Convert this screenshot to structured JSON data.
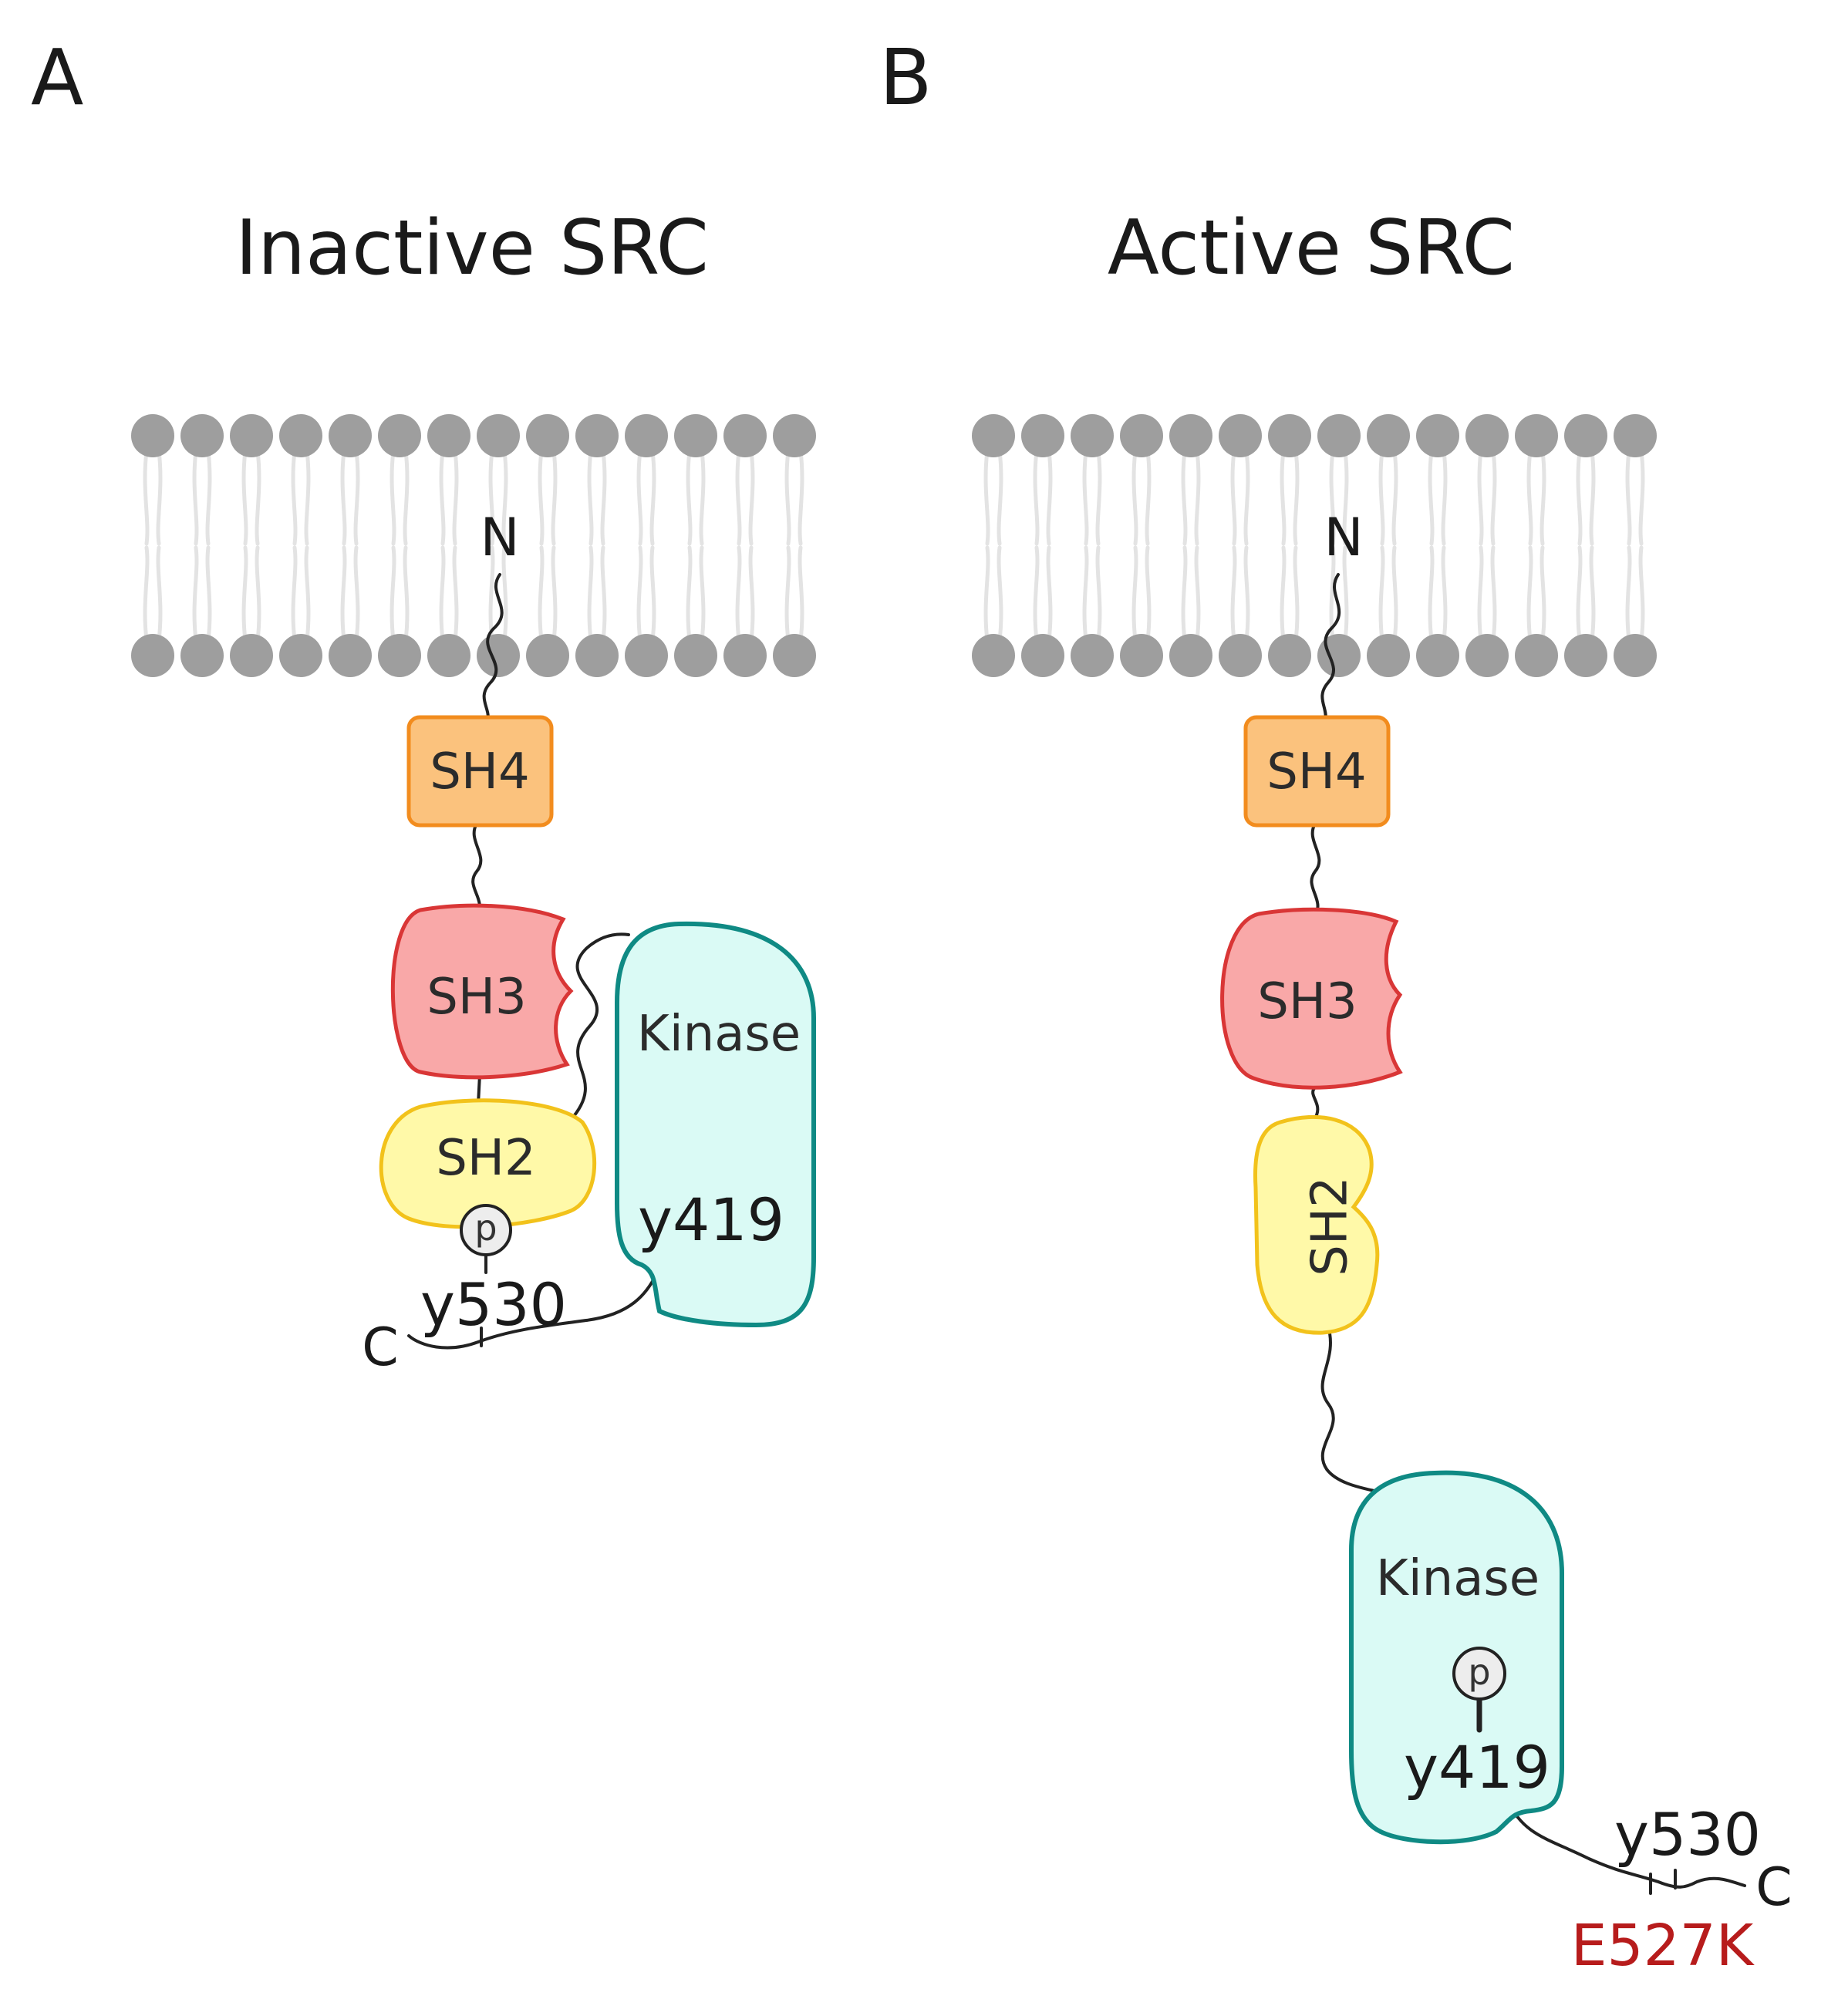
{
  "panels": [
    {
      "letter": "A",
      "title": "Inactive SRC",
      "n_terminus": "N",
      "c_terminus": "C",
      "domains": {
        "sh4": "SH4",
        "sh3": "SH3",
        "sh2": "SH2",
        "kinase": "Kinase"
      },
      "sites": {
        "y419": "y419",
        "y530": "y530"
      },
      "phospho": "p"
    },
    {
      "letter": "B",
      "title": "Active SRC",
      "n_terminus": "N",
      "c_terminus": "C",
      "domains": {
        "sh4": "SH4",
        "sh3": "SH3",
        "sh2": "SH2",
        "kinase": "Kinase"
      },
      "sites": {
        "y419": "y419",
        "y530": "y530"
      },
      "phospho": "p",
      "mutation": "E527K"
    }
  ],
  "colors": {
    "membrane_head": "#9e9e9e",
    "membrane_tail": "#e3e3e3",
    "sh4_fill": "#fbc27d",
    "sh4_stroke": "#f28c1e",
    "sh3_fill": "#f9a8a8",
    "sh3_stroke": "#d93636",
    "sh2_fill": "#fff9a8",
    "sh2_stroke": "#f2c21b",
    "kinase_fill": "#dafaf5",
    "kinase_stroke": "#0f8a84",
    "mutation_text": "#b71c1c"
  }
}
